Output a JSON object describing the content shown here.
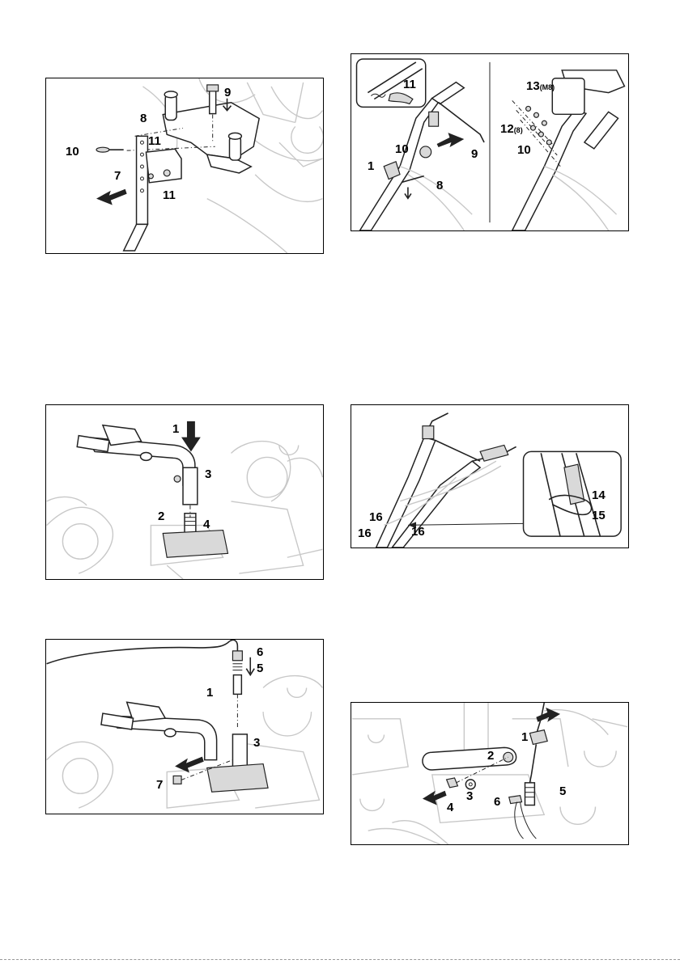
{
  "figures": [
    {
      "id": "fig-a",
      "callouts": [
        "9",
        "8",
        "11",
        "10",
        "7",
        "11"
      ]
    },
    {
      "id": "fig-b",
      "callouts": [
        "11",
        "13",
        "(M8)",
        "12",
        "(8)",
        "10",
        "9",
        "1",
        "8",
        "10"
      ]
    },
    {
      "id": "fig-c",
      "callouts": [
        "1",
        "3",
        "2",
        "4"
      ]
    },
    {
      "id": "fig-d",
      "callouts": [
        "14",
        "15",
        "16",
        "16",
        "16"
      ]
    },
    {
      "id": "fig-e",
      "callouts": [
        "6",
        "5",
        "1",
        "3",
        "7"
      ]
    },
    {
      "id": "fig-f",
      "callouts": [
        "1",
        "2",
        "5",
        "4",
        "3",
        "6"
      ]
    }
  ]
}
